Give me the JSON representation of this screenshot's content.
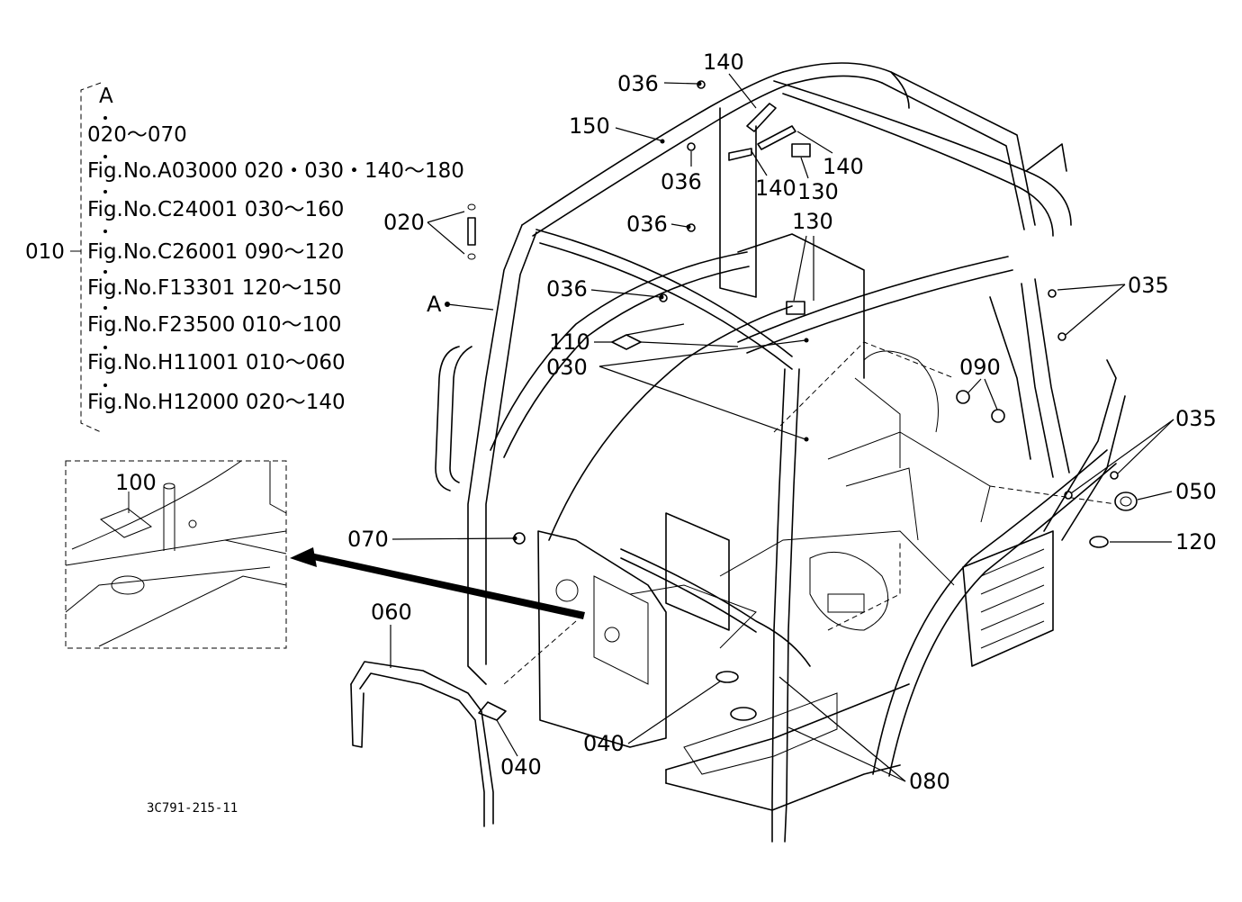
{
  "reference_list": {
    "header": "A",
    "group_label": "010",
    "items": [
      "020～070",
      "Fig.No.A03000 020・030・140～180",
      "Fig.No.C24001 030～160",
      "Fig.No.C26001 090～120",
      "Fig.No.F13301 120～150",
      "Fig.No.F23500 010～100",
      "Fig.No.H11001 010～060",
      "Fig.No.H12000 020～140"
    ]
  },
  "callouts": {
    "p036a": "036",
    "p140a": "140",
    "p150": "150",
    "p036b": "036",
    "p140b": "140",
    "p130a": "130",
    "p140c": "140",
    "p020": "020",
    "p036c": "036",
    "p130b": "130",
    "pA": "A",
    "p036d": "036",
    "p035a": "035",
    "p110": "110",
    "p030": "030",
    "p090": "090",
    "p035b": "035",
    "p100": "100",
    "p050": "050",
    "p070": "070",
    "p120": "120",
    "p060": "060",
    "p040a": "040",
    "p040b": "040",
    "p080": "080"
  },
  "drawing_code": "3C791-215-11"
}
